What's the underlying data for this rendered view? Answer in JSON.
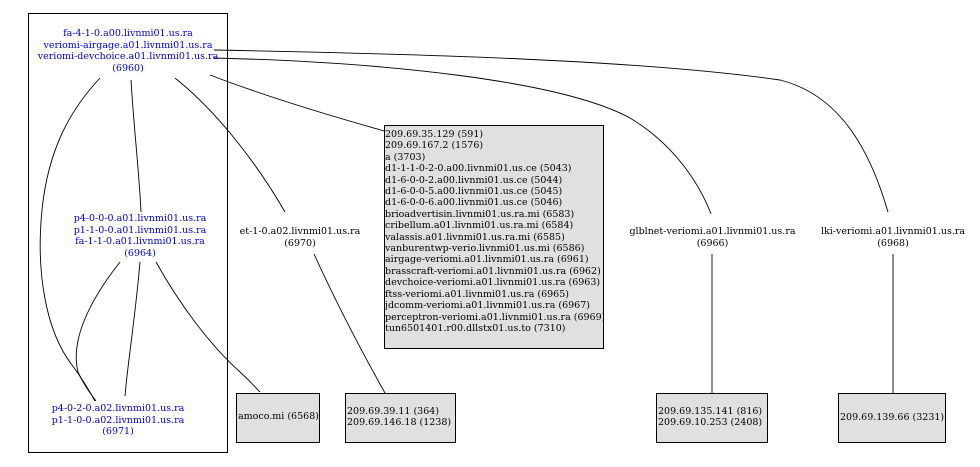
{
  "clusters": {
    "left": {
      "nodes": {
        "n6960": {
          "lines": [
            "fa-4-1-0.a00.livnmi01.us.ra",
            "veriomi-airgage.a01.livnmi01.us.ra",
            "veriomi-devchoice.a01.livnmi01.us.ra",
            "(6960)"
          ]
        },
        "n6964": {
          "lines": [
            "p4-0-0-0.a01.livnmi01.us.ra",
            "p1-1-0-0.a01.livnmi01.us.ra",
            "fa-1-1-0.a01.livnmi01.us.ra",
            "(6964)"
          ]
        },
        "n6971": {
          "lines": [
            "p4-0-2-0.a02.livnmi01.us.ra",
            "p1-1-0-0.a02.livnmi01.us.ra",
            "(6971)"
          ]
        }
      }
    }
  },
  "nodes": {
    "n6970": {
      "lines": [
        "et-1-0.a02.livnmi01.us.ra",
        "(6970)"
      ]
    },
    "n6966": {
      "lines": [
        "glblnet-veriomi.a01.livnmi01.us.ra",
        "(6966)"
      ]
    },
    "n6968": {
      "lines": [
        "lki-veriomi.a01.livnmi01.us.ra",
        "(6968)"
      ]
    }
  },
  "boxes": {
    "big_list": {
      "lines": [
        "209.69.35.129 (591)",
        "209.69.167.2 (1576)",
        "a (3703)",
        "d1-1-1-0-2-0.a00.livnmi01.us.ce (5043)",
        "d1-6-0-0-2.a00.livnmi01.us.ce (5044)",
        "d1-6-0-0-5.a00.livnmi01.us.ce (5045)",
        "d1-6-0-0-6.a00.livnmi01.us.ce (5046)",
        "brioadvertisin.livnmi01.us.ra.mi (6583)",
        "cribellum.a01.livnmi01.us.ra.mi (6584)",
        "valassis.a01.livnmi01.us.ra.mi (6585)",
        "vanburentwp-verio.livnmi01.us.mi (6586)",
        "airgage-veriomi.a01.livnmi01.us.ra (6961)",
        "brasscraft-veriomi.a01.livnmi01.us.ra (6962)",
        "devchoice-veriomi.a01.livnmi01.us.ra (6963)",
        "ftss-veriomi.a01.livnmi01.us.ra (6965)",
        "jdcomm-veriomi.a01.livnmi01.us.ra (6967)",
        "perceptron-veriomi.a01.livnmi01.us.ra (6969)",
        "tun6501401.r00.dllstx01.us.to (7310)"
      ]
    },
    "amoco": {
      "lines": [
        "amoco.mi (6568)"
      ]
    },
    "box_6970": {
      "lines": [
        "209.69.39.11 (364)",
        "209.69.146.18 (1238)"
      ]
    },
    "box_6966": {
      "lines": [
        "209.69.135.141 (816)",
        "209.69.10.253 (2408)"
      ]
    },
    "box_6968": {
      "lines": [
        "209.69.139.66 (3231)"
      ]
    }
  }
}
